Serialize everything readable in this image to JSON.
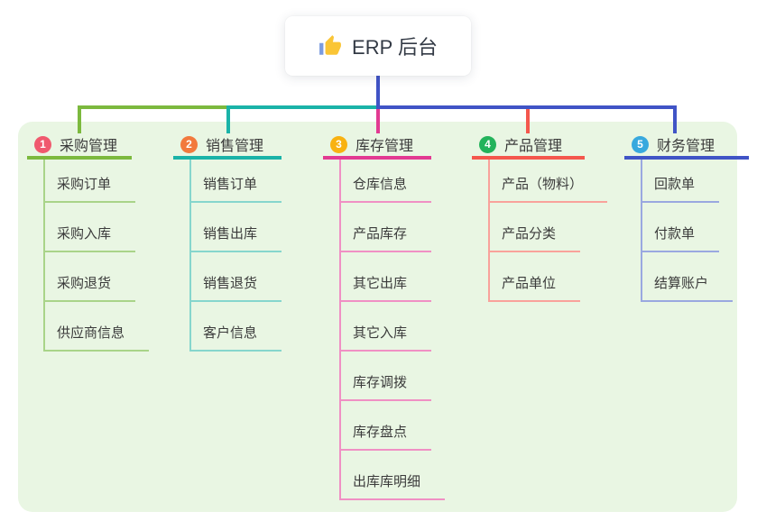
{
  "root": {
    "label": "ERP 后台",
    "icon": "thumbs-up-icon",
    "line_color": "#4053c6"
  },
  "colors": {
    "canvas_bg": "#ffffff",
    "panel_bg": "#e9f6e3",
    "text": "#3b3b3b"
  },
  "branches": [
    {
      "num": "1",
      "title": "采购管理",
      "bullet_color": "#f0596e",
      "line_color": "#7cb93e",
      "item_line_color": "#a9d489",
      "items": [
        "采购订单",
        "采购入库",
        "采购退货",
        "供应商信息"
      ]
    },
    {
      "num": "2",
      "title": "销售管理",
      "bullet_color": "#f2793d",
      "line_color": "#1ab3a8",
      "item_line_color": "#86d6cd",
      "items": [
        "销售订单",
        "销售出库",
        "销售退货",
        "客户信息"
      ]
    },
    {
      "num": "3",
      "title": "库存管理",
      "bullet_color": "#f8b211",
      "line_color": "#e23a92",
      "item_line_color": "#f090c4",
      "items": [
        "仓库信息",
        "产品库存",
        "其它出库",
        "其它入库",
        "库存调拨",
        "库存盘点",
        "出库库明细"
      ]
    },
    {
      "num": "4",
      "title": "产品管理",
      "bullet_color": "#23b35b",
      "line_color": "#f4574d",
      "item_line_color": "#f9a29b",
      "items": [
        "产品（物料）",
        "产品分类",
        "产品单位"
      ]
    },
    {
      "num": "5",
      "title": "财务管理",
      "bullet_color": "#38a9de",
      "line_color": "#4054c6",
      "item_line_color": "#9aa8e0",
      "items": [
        "回款单",
        "付款单",
        "结算账户"
      ]
    }
  ]
}
